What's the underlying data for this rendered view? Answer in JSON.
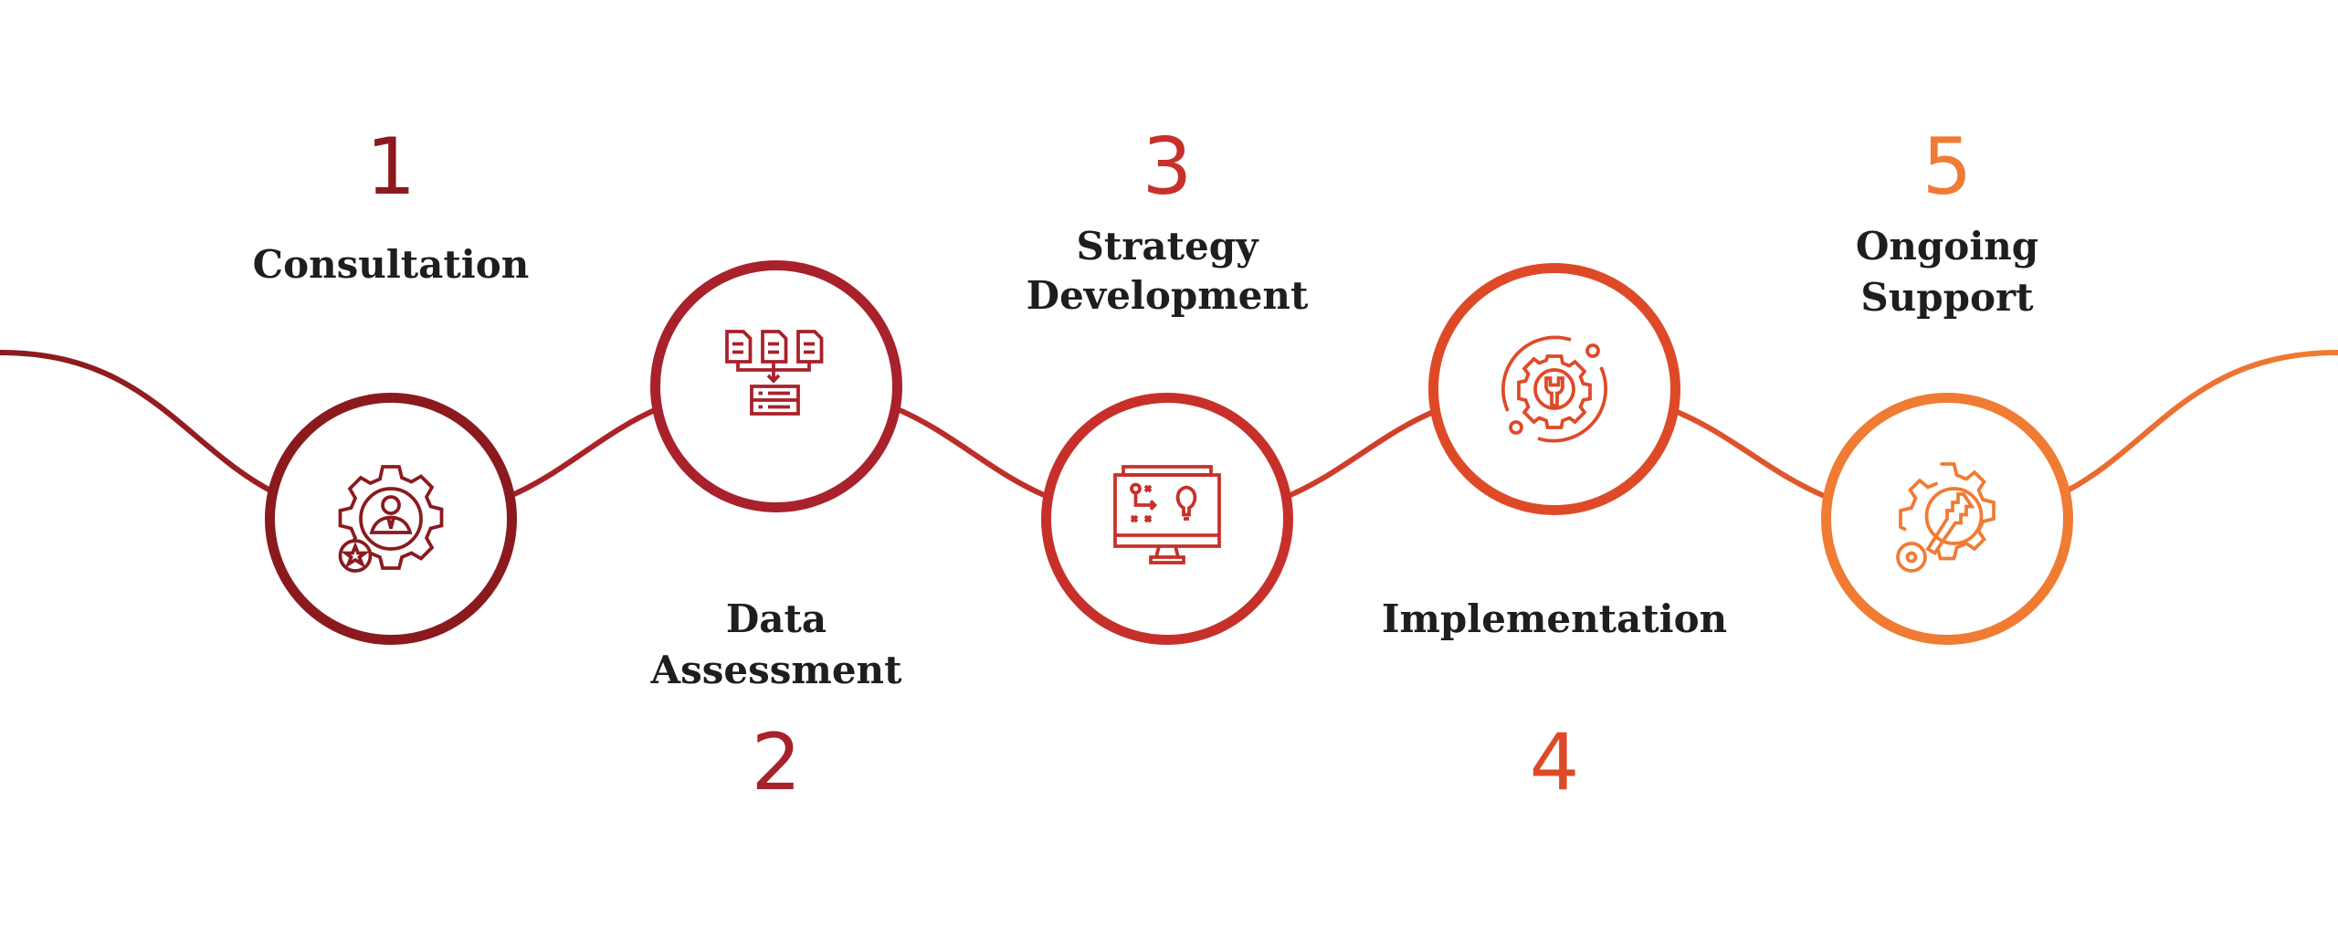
{
  "steps": [
    {
      "number": "1",
      "title": "Consultation",
      "icon": "gear-person-star-icon",
      "color": "#8B1A1E"
    },
    {
      "number": "2",
      "title_line1": "Data",
      "title_line2": "Assessment",
      "icon": "documents-to-server-icon",
      "color": "#A8212B"
    },
    {
      "number": "3",
      "title_line1": "Strategy",
      "title_line2": "Development",
      "icon": "monitor-strategy-icon",
      "color": "#C7302A"
    },
    {
      "number": "4",
      "title": "Implementation",
      "icon": "gear-wrench-icon",
      "color": "#DE4A28"
    },
    {
      "number": "5",
      "title_line1": "Ongoing",
      "title_line2": "Support",
      "icon": "gear-key-icon",
      "color": "#F07B33"
    }
  ]
}
